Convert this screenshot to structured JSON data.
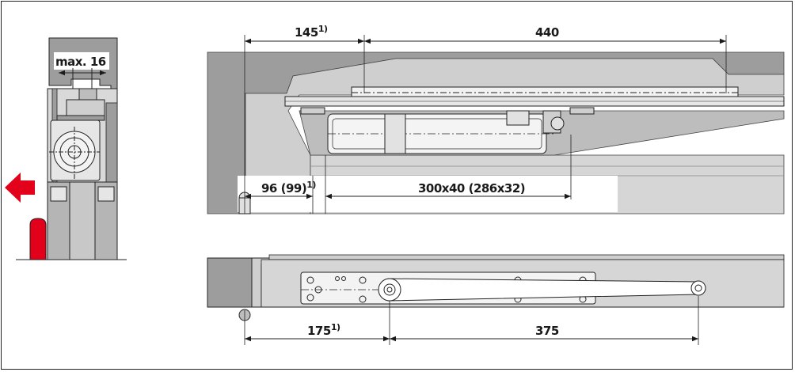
{
  "left_view": {
    "max_label": "max. 16"
  },
  "top_view": {
    "dim_left": "145",
    "dim_left_footnote": "1)",
    "dim_right": "440",
    "dim_bottom_left": "96 (99)",
    "dim_bottom_left_footnote": "1)",
    "dim_bottom_right": "300x40 (286x32)"
  },
  "bottom_view": {
    "dim_left": "175",
    "dim_left_footnote": "1)",
    "dim_right": "375"
  },
  "colors": {
    "wall_gray": "#9d9d9d",
    "light_gray": "#c8c8c8",
    "arrow_red": "#e3001b",
    "line": "#1a1a1a"
  }
}
